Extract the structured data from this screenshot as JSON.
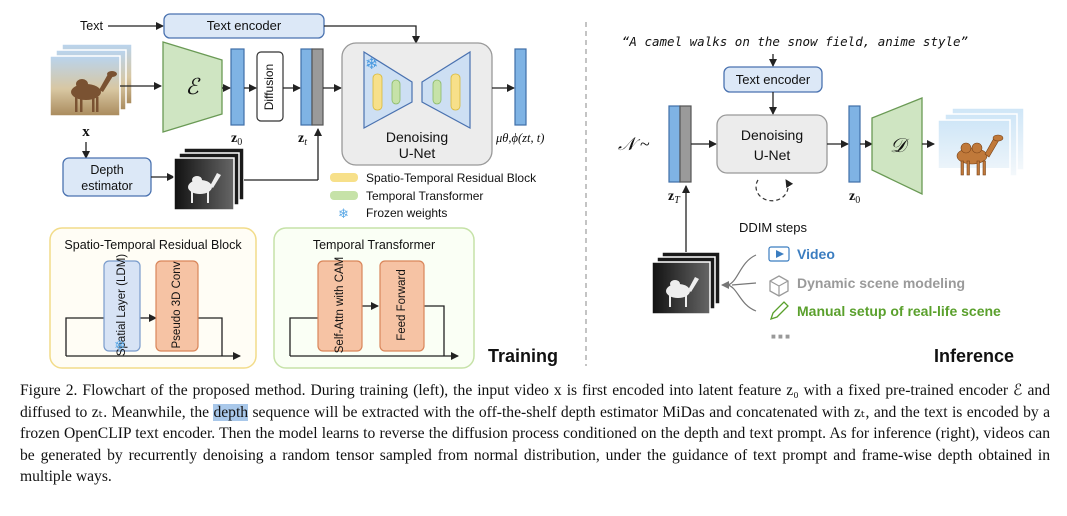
{
  "training": {
    "title": "Training",
    "text_label": "Text",
    "text_encoder": "Text encoder",
    "x_label": "x",
    "encoder_symbol": "ℰ",
    "z0_label": "z",
    "z0_sub": "0",
    "diffusion": "Diffusion",
    "zt_label": "z",
    "zt_sub": "t",
    "unet_line1": "Denoising",
    "unet_line2": "U-Net",
    "mu_label": "μθ,ϕ(zt, t)",
    "depth_line1": "Depth",
    "depth_line2": "estimator",
    "legend": [
      {
        "label": "Spatio-Temporal Residual Block",
        "color": "#f7e08a"
      },
      {
        "label": "Temporal Transformer",
        "color": "#c6e2a8"
      },
      {
        "label": "Frozen weights",
        "color": "#5aa8e6"
      }
    ],
    "strb": {
      "title": "Spatio-Temporal Residual Block",
      "block1": "Spatial Layer (LDM)",
      "block2": "Pseudo 3D Conv"
    },
    "tt": {
      "title": "Temporal Transformer",
      "block1": "Self-Attn with CAM",
      "block2": "Feed Forward"
    }
  },
  "inference": {
    "title": "Inference",
    "prompt": "“A camel walks on the  snow field, anime style”",
    "text_encoder": "Text encoder",
    "noise": "𝒩 ~",
    "zT_label": "z",
    "zT_sub": "T",
    "unet_line1": "Denoising",
    "unet_line2": "U-Net",
    "ddim": "DDIM steps",
    "z0_label": "z",
    "z0_sub": "0",
    "decoder_symbol": "𝒟",
    "options": [
      {
        "label": "Video",
        "color": "#3b7dc0"
      },
      {
        "label": "Dynamic scene modeling",
        "color": "#9a9a9a"
      },
      {
        "label": "Manual setup of real-life scene",
        "color": "#5aa02c"
      }
    ],
    "more": "■ ■ ■"
  },
  "caption": {
    "p1": "Figure 2. Flowchart of the proposed method. During training (left), the input video x is first encoded into latent feature z₀ with a fixed pre-trained encoder ℰ and diffused to zₜ. Meanwhile, the ",
    "highlight": "depth",
    "p2": " sequence will be extracted with the off-the-shelf depth estimator MiDas and concatenated with zₜ, and the text is encoded by a frozen OpenCLIP text encoder. Then the model learns to reverse the diffusion process conditioned on the depth and text prompt. As for inference (right), videos can be generated by recurrently denoising a random tensor sampled from normal distribution, under the guidance of text prompt and frame-wise depth obtained in multiple ways."
  }
}
